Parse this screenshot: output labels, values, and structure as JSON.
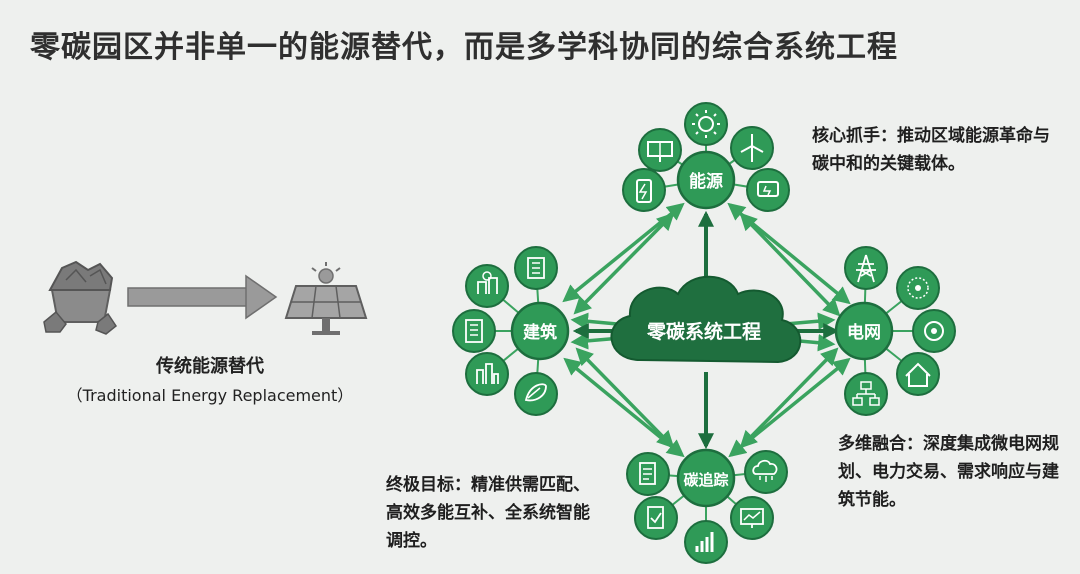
{
  "title": "零碳园区并非单一的能源替代，而是多学科协同的综合系统工程",
  "legacy": {
    "label_zh": "传统能源替代",
    "label_en": "（Traditional Energy Replacement）"
  },
  "center": {
    "label": "零碳系统工程"
  },
  "nodes": {
    "energy": {
      "label": "能源"
    },
    "grid": {
      "label": "电网"
    },
    "building": {
      "label": "建筑"
    },
    "carbon": {
      "label": "碳追踪"
    }
  },
  "notes": {
    "energy": "核心抓手：推动区域能源革命与碳中和的关键载体。",
    "grid": "多维融合：深度集成微电网规划、电力交易、需求响应与建筑节能。",
    "carbon": "终极目标：精准供需匹配、高效多能互补、全系统智能调控。"
  },
  "colors": {
    "dark_green": "#1d6e3e",
    "mid_green": "#2f9a57",
    "light_green": "#4fb870",
    "arrow_green": "#3aa35f",
    "gray": "#8a8a8a"
  },
  "icons": {
    "energy": [
      "solar-panel-icon",
      "sun-icon",
      "wind-turbine-icon",
      "battery-charge-icon",
      "ev-charger-icon"
    ],
    "grid": [
      "transmission-tower-icon",
      "distribution-network-icon",
      "smart-meter-icon",
      "smart-home-icon",
      "network-topology-icon"
    ],
    "building": [
      "green-campus-icon",
      "green-building-icon",
      "office-building-icon",
      "eco-city-icon",
      "leaf-hand-icon"
    ],
    "carbon": [
      "report-icon",
      "cloud-data-icon",
      "document-check-icon",
      "monitor-chart-icon",
      "bar-chart-icon"
    ]
  }
}
